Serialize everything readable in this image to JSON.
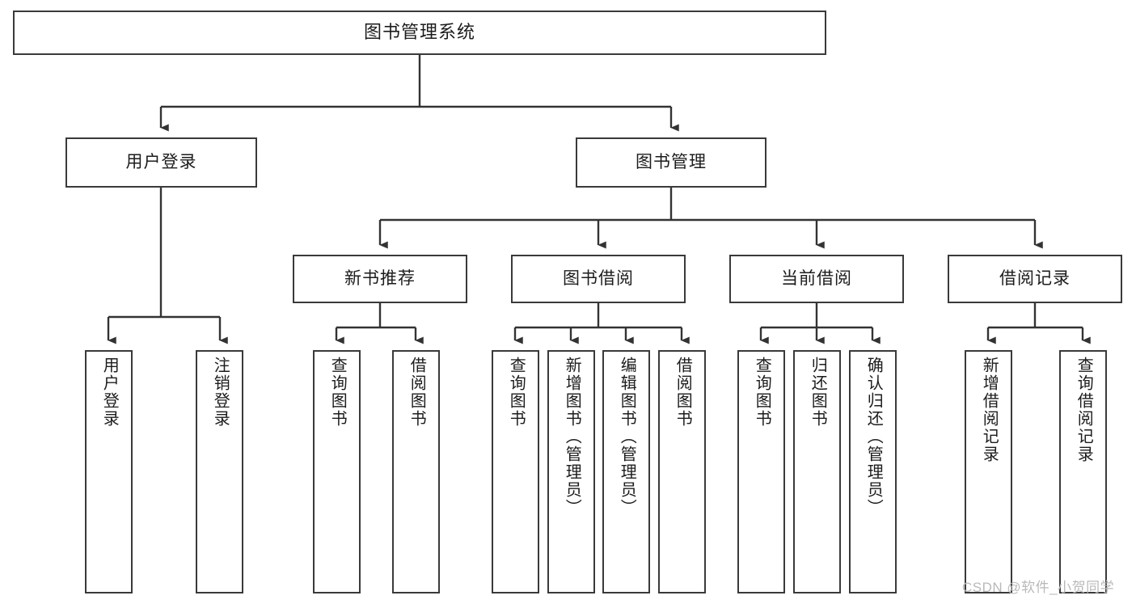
{
  "diagram": {
    "title": "图书管理系统",
    "type": "tree-hierarchy-chart",
    "colors": {
      "box_border": "#3a3a3a",
      "box_fill": "#ffffff",
      "connector": "#333333",
      "text": "#1c1c1c",
      "watermark": "#b9b9b9",
      "background": "#ffffff"
    },
    "root": {
      "label": "图书管理系统"
    },
    "level2": [
      {
        "label": "用户登录"
      },
      {
        "label": "图书管理"
      }
    ],
    "level3": [
      {
        "label": "新书推荐"
      },
      {
        "label": "图书借阅"
      },
      {
        "label": "当前借阅"
      },
      {
        "label": "借阅记录"
      }
    ],
    "leaves": {
      "user_login": [
        {
          "label": "用户登录"
        },
        {
          "label": "注销登录"
        }
      ],
      "new_book_recommend": [
        {
          "label": "查询图书"
        },
        {
          "label": "借阅图书"
        }
      ],
      "book_borrow": [
        {
          "label": "查询图书"
        },
        {
          "label": "新增图书（管理员）"
        },
        {
          "label": "编辑图书（管理员）"
        },
        {
          "label": "借阅图书"
        }
      ],
      "current_borrow": [
        {
          "label": "查询图书"
        },
        {
          "label": "归还图书"
        },
        {
          "label": "确认归还（管理员）"
        }
      ],
      "borrow_record": [
        {
          "label": "新增借阅记录"
        },
        {
          "label": "查询借阅记录"
        }
      ]
    }
  },
  "watermark": {
    "text": "CSDN @软件_小贺同学"
  }
}
